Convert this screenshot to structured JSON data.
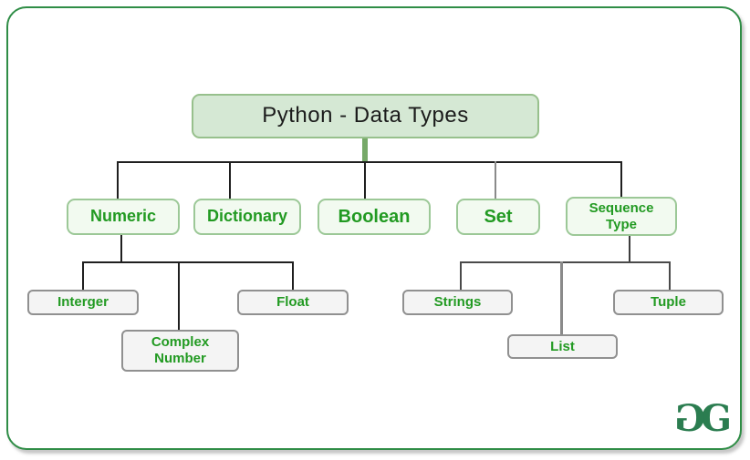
{
  "diagram": {
    "root": {
      "label": "Python - Data Types"
    },
    "categories": {
      "numeric": "Numeric",
      "dictionary": "Dictionary",
      "boolean": "Boolean",
      "set": "Set",
      "sequence_type": "Sequence Type"
    },
    "numeric_children": {
      "integer": "Interger",
      "complex_number": "Complex Number",
      "float": "Float"
    },
    "sequence_children": {
      "strings": "Strings",
      "list": "List",
      "tuple": "Tuple"
    }
  },
  "logo": {
    "g1": "G",
    "g2": "G"
  },
  "colors": {
    "frame_green": "#2f8d46",
    "root_fill": "#d5e8d4",
    "root_border": "#97c08c",
    "category_fill": "#f2faf0",
    "category_border": "#9cc897",
    "leaf_fill": "#f4f4f4",
    "leaf_border": "#909090",
    "text_green": "#229a22",
    "stem_green": "#76a968",
    "connector_dark": "#1f1f1f",
    "connector_gray": "#8a8a8a",
    "logo_green": "#2b7d50"
  }
}
